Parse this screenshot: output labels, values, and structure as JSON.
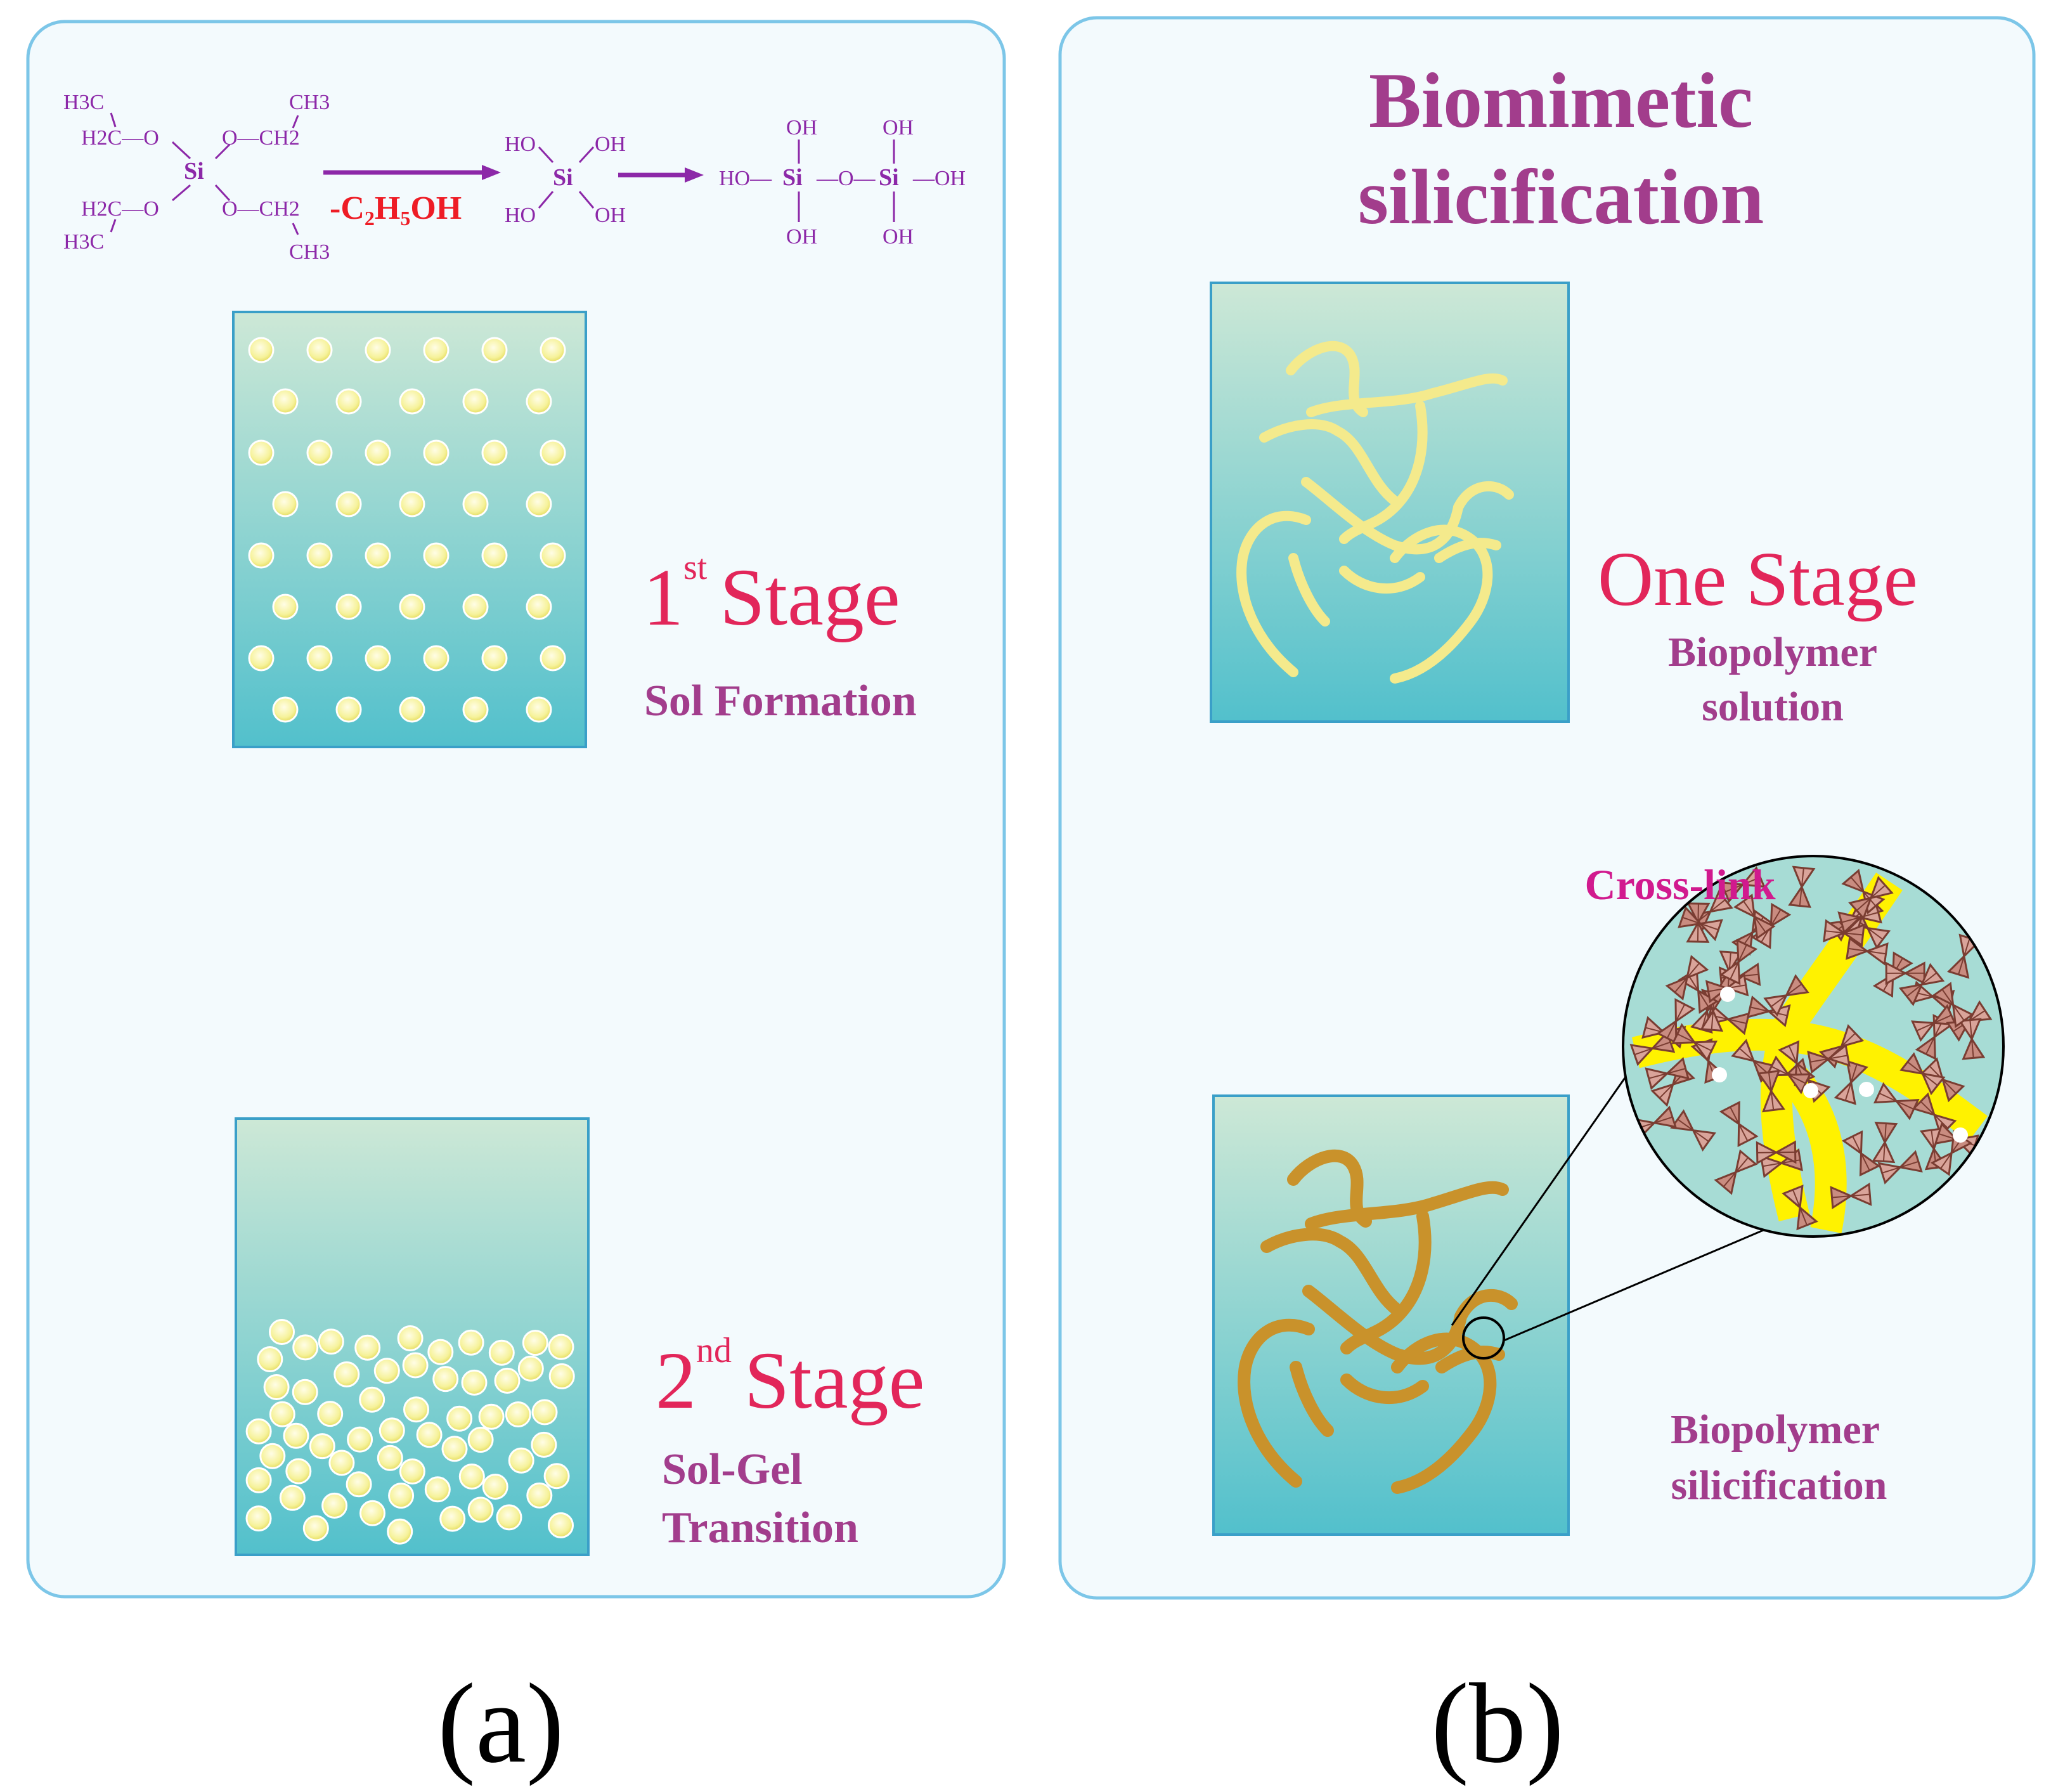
{
  "panel_a": {
    "reaction": {
      "reactant_atoms": {
        "ch3_tl": "H3C",
        "ch2_tl": "H2C—O",
        "si": "Si",
        "o_tr": "O—CH2",
        "ch3_tr": "CH3",
        "ch2_bl": "H2C—O",
        "ch3_bl": "H3C",
        "o_br": "O—CH2",
        "ch3_br": "CH3"
      },
      "byproduct": {
        "prefix": "-C",
        "sub1": "2",
        "mid": "H",
        "sub2": "5",
        "suffix": "OH"
      },
      "silanol": {
        "ho_tl": "HO",
        "oh_tr": "OH",
        "si": "Si",
        "ho_bl": "HO",
        "oh_br": "OH"
      },
      "dimer": {
        "oh_t1": "OH",
        "oh_t2": "OH",
        "ho_l": "HO—",
        "si1": "Si",
        "o_mid": "—O—",
        "si2": "Si",
        "oh_r": "—OH",
        "oh_b1": "OH",
        "oh_b2": "OH"
      }
    },
    "stage1": {
      "num": "1",
      "sup": "st",
      "word": "Stage",
      "caption": "Sol Formation"
    },
    "stage2": {
      "num": "2",
      "sup": "nd",
      "word": "Stage",
      "caption_line1": "Sol-Gel",
      "caption_line2": "Transition"
    },
    "label": "(a)"
  },
  "panel_b": {
    "title_line1": "Biomimetic",
    "title_line2": "silicification",
    "one_stage": "One Stage",
    "caption1_line1": "Biopolymer",
    "caption1_line2": "solution",
    "crosslink": "Cross-link",
    "caption2_line1": "Biopolymer",
    "caption2_line2": "silicification",
    "label": "(b)"
  },
  "colors": {
    "panel_bg": "#f3fafd",
    "panel_border": "#7cc6e8",
    "purple_text": "#a23d8c",
    "stage_text": "#e2265a",
    "byproduct_red": "#ee1c25",
    "chem_purple": "#8c28a8",
    "particle": "#f6f29a",
    "fiber_light": "#f4ea8c",
    "fiber_dark": "#c9922b",
    "crosslink_text": "#d11a8e"
  }
}
